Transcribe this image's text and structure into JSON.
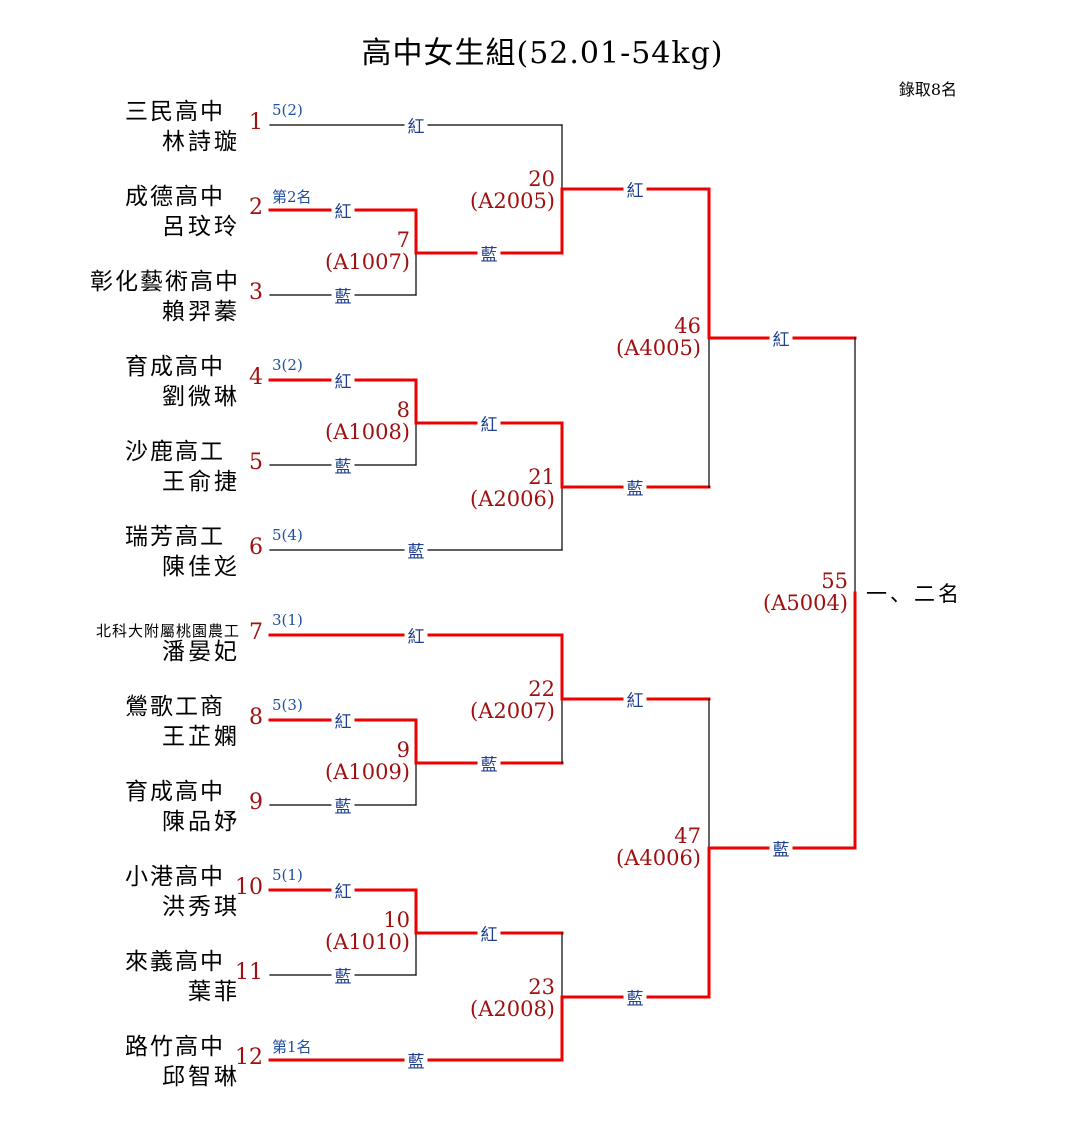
{
  "title": "高中女生組(52.01-54kg)",
  "quota": "錄取8名",
  "colors": {
    "win_line": "#ee0000",
    "line": "#000000",
    "seed_no": "#a01010",
    "corner": "#1f3f8f",
    "match_no": "#a01010"
  },
  "players": [
    {
      "seed": "1",
      "school": "三民高中",
      "name": "林詩璇",
      "note": "5(2)",
      "corner": "紅"
    },
    {
      "seed": "2",
      "school": "成德高中",
      "name": "呂玟玲",
      "note": "第2名",
      "corner": "紅"
    },
    {
      "seed": "3",
      "school": "彰化藝術高中",
      "name": "賴羿蓁",
      "note": "",
      "corner": "藍"
    },
    {
      "seed": "4",
      "school": "育成高中",
      "name": "劉微琳",
      "note": "3(2)",
      "corner": "紅"
    },
    {
      "seed": "5",
      "school": "沙鹿高工",
      "name": "王俞捷",
      "note": "",
      "corner": "藍"
    },
    {
      "seed": "6",
      "school": "瑞芳高工",
      "name": "陳佳彣",
      "note": "5(4)",
      "corner": "藍"
    },
    {
      "seed": "7",
      "school": "北科大附屬桃園農工",
      "name": "潘晏妃",
      "note": "3(1)",
      "corner": "紅"
    },
    {
      "seed": "8",
      "school": "鶯歌工商",
      "name": "王芷嫻",
      "note": "5(3)",
      "corner": "紅"
    },
    {
      "seed": "9",
      "school": "育成高中",
      "name": "陳品妤",
      "note": "",
      "corner": "藍"
    },
    {
      "seed": "10",
      "school": "小港高中",
      "name": "洪秀琪",
      "note": "5(1)",
      "corner": "紅"
    },
    {
      "seed": "11",
      "school": "來義高中",
      "name": "葉菲",
      "note": "",
      "corner": "藍"
    },
    {
      "seed": "12",
      "school": "路竹高中",
      "name": "邱智琳",
      "note": "第1名",
      "corner": "藍"
    }
  ],
  "matches": [
    {
      "id": "m7",
      "no": "7",
      "code": "(A1007)",
      "out_corner": "藍"
    },
    {
      "id": "m8",
      "no": "8",
      "code": "(A1008)",
      "out_corner": "紅"
    },
    {
      "id": "m9",
      "no": "9",
      "code": "(A1009)",
      "out_corner": "藍"
    },
    {
      "id": "m10",
      "no": "10",
      "code": "(A1010)",
      "out_corner": "紅"
    },
    {
      "id": "m20",
      "no": "20",
      "code": "(A2005)",
      "out_corner": "紅"
    },
    {
      "id": "m21",
      "no": "21",
      "code": "(A2006)",
      "out_corner": "藍"
    },
    {
      "id": "m22",
      "no": "22",
      "code": "(A2007)",
      "out_corner": "紅"
    },
    {
      "id": "m23",
      "no": "23",
      "code": "(A2008)",
      "out_corner": "藍"
    },
    {
      "id": "m46",
      "no": "46",
      "code": "(A4005)",
      "out_corner": "紅"
    },
    {
      "id": "m47",
      "no": "47",
      "code": "(A4006)",
      "out_corner": "藍"
    },
    {
      "id": "m55",
      "no": "55",
      "code": "(A5004)",
      "out_corner": ""
    }
  ],
  "final_place": "一、二名"
}
